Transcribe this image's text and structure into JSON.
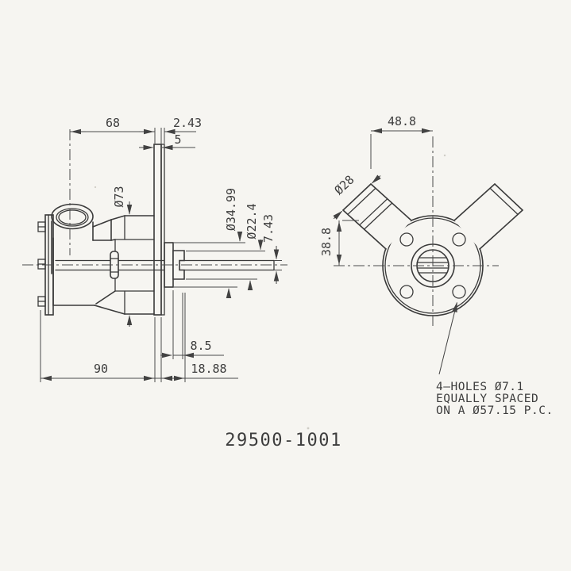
{
  "drawing": {
    "part_number": "29500-1001",
    "side_view": {
      "dims": {
        "width_68": "68",
        "gasket_2_43": "2.43",
        "flange_5": "5",
        "dia_73": "Ø73",
        "dia_34_99": "Ø34.99",
        "dia_22_4": "Ø22.4",
        "shaft_7_43": "7.43",
        "hub_8_5": "8.5",
        "body_90": "90",
        "hub_18_88": "18.88"
      }
    },
    "end_view": {
      "dims": {
        "port_offset_48_8": "48.8",
        "port_dia_28": "Ø28",
        "port_height_38_8": "38.8"
      },
      "holes_note": {
        "line1": "4–HOLES Ø7.1",
        "line2": "EQUALLY SPACED",
        "line3": "ON A Ø57.15 P.C."
      }
    },
    "colors": {
      "ink": "#3a3a3a",
      "paper": "#f6f5f1"
    }
  }
}
